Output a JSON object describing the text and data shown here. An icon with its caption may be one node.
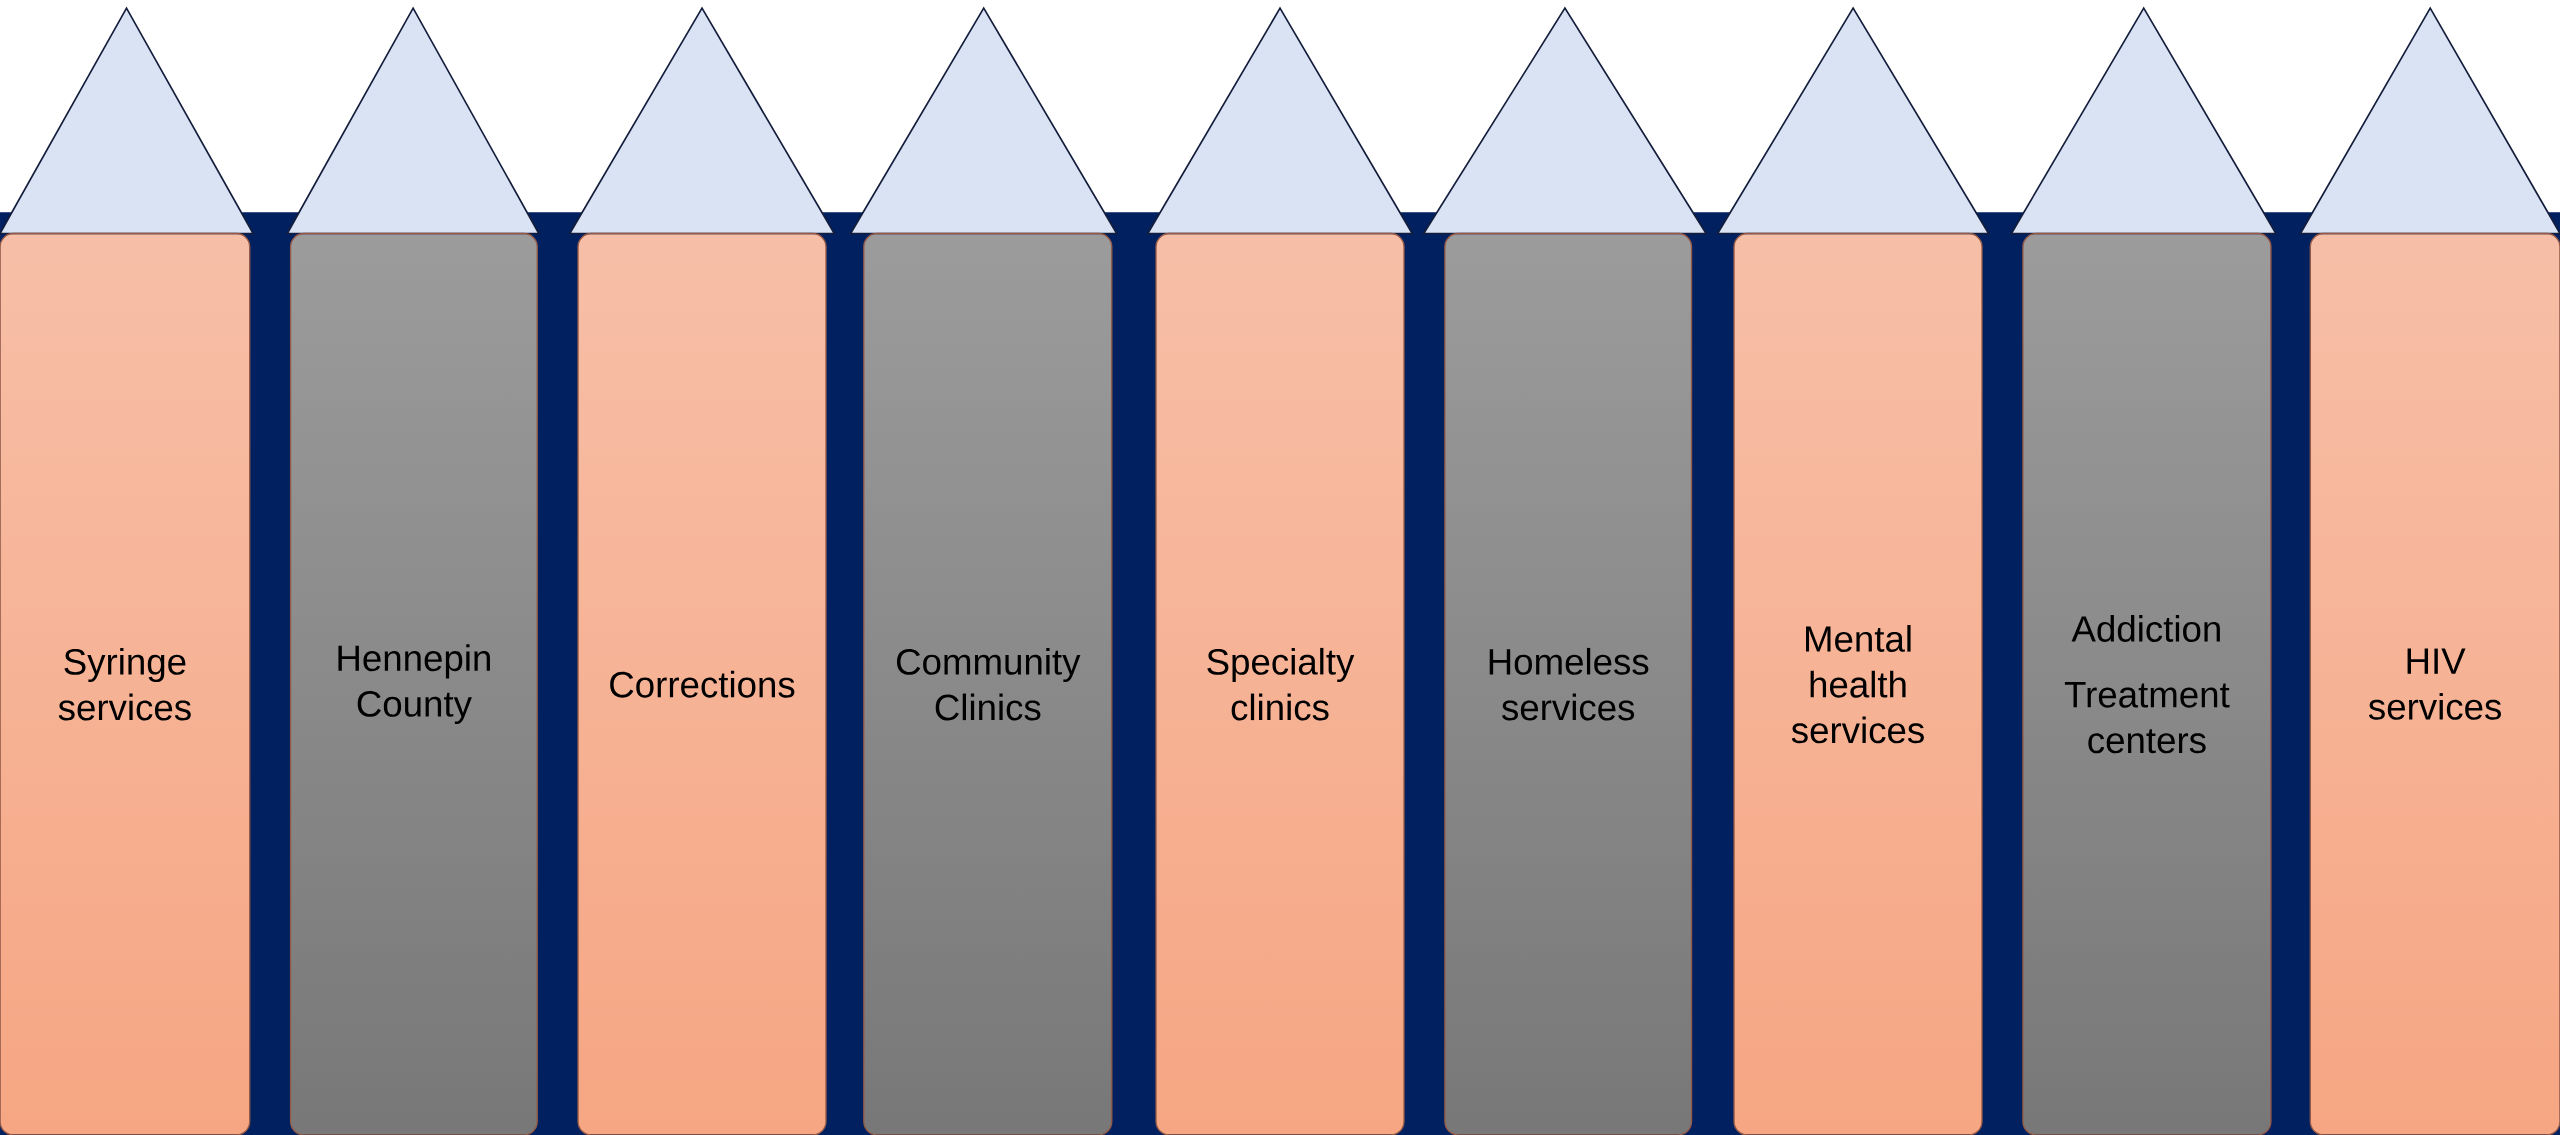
{
  "diagram": {
    "nodes": [
      {
        "text": [
          "Syringe services"
        ]
      },
      {
        "text": [
          "Hennepin County"
        ]
      },
      {
        "text": [
          "Corrections"
        ]
      },
      {
        "text": [
          "Community Clinics"
        ]
      },
      {
        "text": [
          "Specialty clinics"
        ]
      },
      {
        "text": [
          "Homeless services"
        ]
      },
      {
        "text": [
          "Mental health services"
        ]
      },
      {
        "text": [
          "Addiction",
          "Treatment centers"
        ]
      },
      {
        "text": [
          "HIV services"
        ]
      }
    ]
  }
}
